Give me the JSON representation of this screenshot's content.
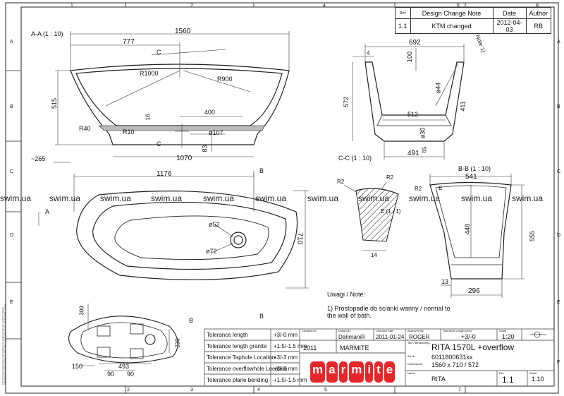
{
  "revision_table": {
    "headers": [
      "Rev",
      "Design Change Note",
      "Date",
      "Author"
    ],
    "rows": [
      [
        "1.1",
        "KTM changed",
        "2012-04-03",
        "RB"
      ]
    ]
  },
  "views": {
    "section_aa": {
      "title": "A-A  (1 : 10)",
      "dims": [
        "1560",
        "777",
        "R1000",
        "R900",
        "515",
        "400",
        "16",
        "R40",
        "R10",
        "ø107",
        "83",
        "1070",
        "~265"
      ],
      "markers": [
        "C",
        "C"
      ]
    },
    "section_cc": {
      "title": "C-C  (1 : 10)",
      "dims": [
        "692",
        "Note 1)",
        "100",
        "4",
        "ø44",
        "572",
        "411",
        "512",
        "ø30",
        "65",
        "491"
      ]
    },
    "top_view": {
      "dims": [
        "1176",
        "ø52",
        "ø72",
        "710"
      ],
      "markers": [
        "A",
        "B",
        "B"
      ]
    },
    "detail_e": {
      "title": "E (1 : 1)",
      "dims": [
        "R2",
        "R2",
        "14"
      ]
    },
    "section_bb": {
      "title": "B-B  (1 : 10)",
      "dims": [
        "541",
        "R2",
        "E",
        "448",
        "555",
        "13",
        "296"
      ]
    },
    "bottom_view": {
      "dims": [
        "309",
        "230",
        "150",
        "493",
        "90",
        "90"
      ],
      "markers": [
        "B"
      ]
    }
  },
  "note": {
    "heading": "Uwagi / Note:",
    "line1": "1) Prostopadle do ścianki wanny / normal to",
    "line2": "the wall of bath."
  },
  "watermark": "swim.ua",
  "tolerances": [
    {
      "label": "Tolerance length",
      "value": "+3/-0 mm"
    },
    {
      "label": "Tolerance length granite",
      "value": "+1.5/-1.5 mm"
    },
    {
      "label": "Tolerance Taphole Location",
      "value": "+3/-3 mm"
    },
    {
      "label": "Tolerance overflowhole Location",
      "value": "+3/-3 mm"
    },
    {
      "label": "Tolerance plane bending",
      "value": "+1.5/-1.5 mm"
    }
  ],
  "title_block": {
    "h_created": "Created On",
    "h_drawn": "Drawn By",
    "h_checked": "Checked Date",
    "h_approved": "Approved By",
    "h_tolerance": "Tolerance Length (mm)",
    "h_scale": "Scale",
    "drawn": "DahmaniR",
    "checked_date": "2011-01-24",
    "approved": "ROGER",
    "tolerance": "+3/-0",
    "scale": "1:20",
    "created_year": "2011",
    "company": "MARMITE",
    "h_title": "Title / Beskrivning",
    "title": "RITA 1570L +overflow",
    "h_part": "Art Nr",
    "part_no": "6011800631xx",
    "h_dims": "Dimensions",
    "dims": "1560  x 710 /  572",
    "h_name": "Name",
    "name": "RITA",
    "h_rev": "Rev",
    "rev": "1.1",
    "h_sheet": "Sheet",
    "sheet": "1.10",
    "logo": "marmite"
  },
  "border": {
    "cols": [
      "1",
      "2",
      "3",
      "4",
      "5",
      "6",
      "7",
      "8"
    ],
    "rows": [
      "A",
      "B",
      "C",
      "D",
      "E",
      "F"
    ]
  },
  "side_note": "This document shall not be copied without our written permission, and the contents thereof must not be imparted to a third party nor be used for any unauthorized purpose."
}
